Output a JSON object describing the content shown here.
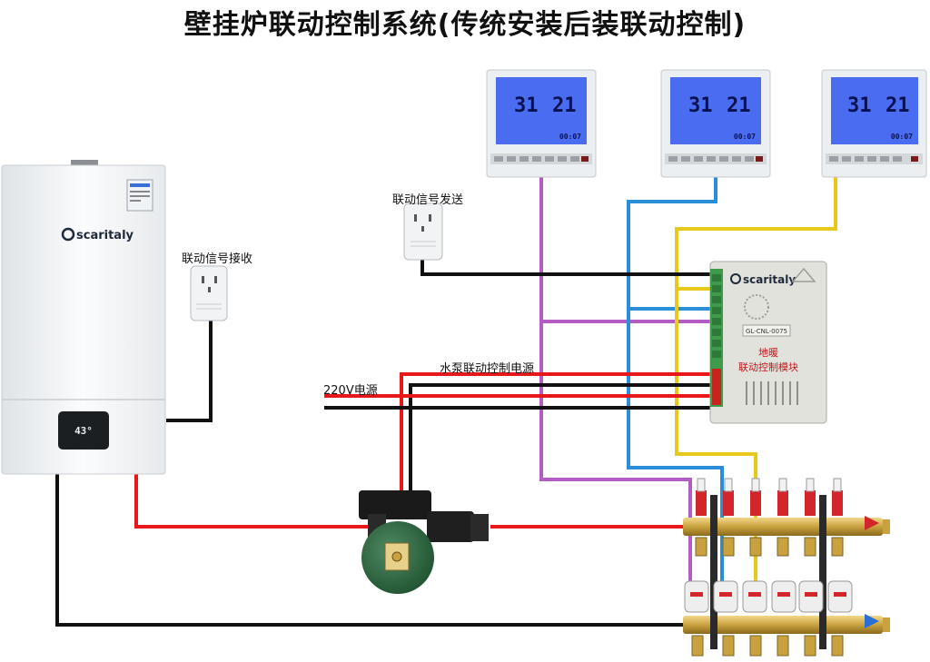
{
  "title": "壁挂炉联动控制系统(传统安装后装联动控制)",
  "labels": {
    "signal_receive": "联动信号接收",
    "signal_send": "联动信号发送",
    "pump_power": "水泵联动控制电源",
    "mains_power": "220V电源"
  },
  "boiler": {
    "brand": "scaritaly",
    "display_temp": "43°"
  },
  "thermostats": [
    {
      "set_temp": "31",
      "room_temp": "21",
      "clock": "00:07"
    },
    {
      "set_temp": "31",
      "room_temp": "21",
      "clock": "00:07"
    },
    {
      "set_temp": "31",
      "room_temp": "21",
      "clock": "00:07"
    }
  ],
  "control_module": {
    "brand": "scaritaly",
    "model": "GL-CNL-0075",
    "name_line1": "地暖",
    "name_line2": "联动控制模块"
  },
  "colors": {
    "purple": "#b35cc4",
    "blue": "#2a8fd6",
    "yellow": "#e8c81a",
    "red": "#e8181a",
    "black": "#111111",
    "lcd": "#4a6cf0"
  }
}
